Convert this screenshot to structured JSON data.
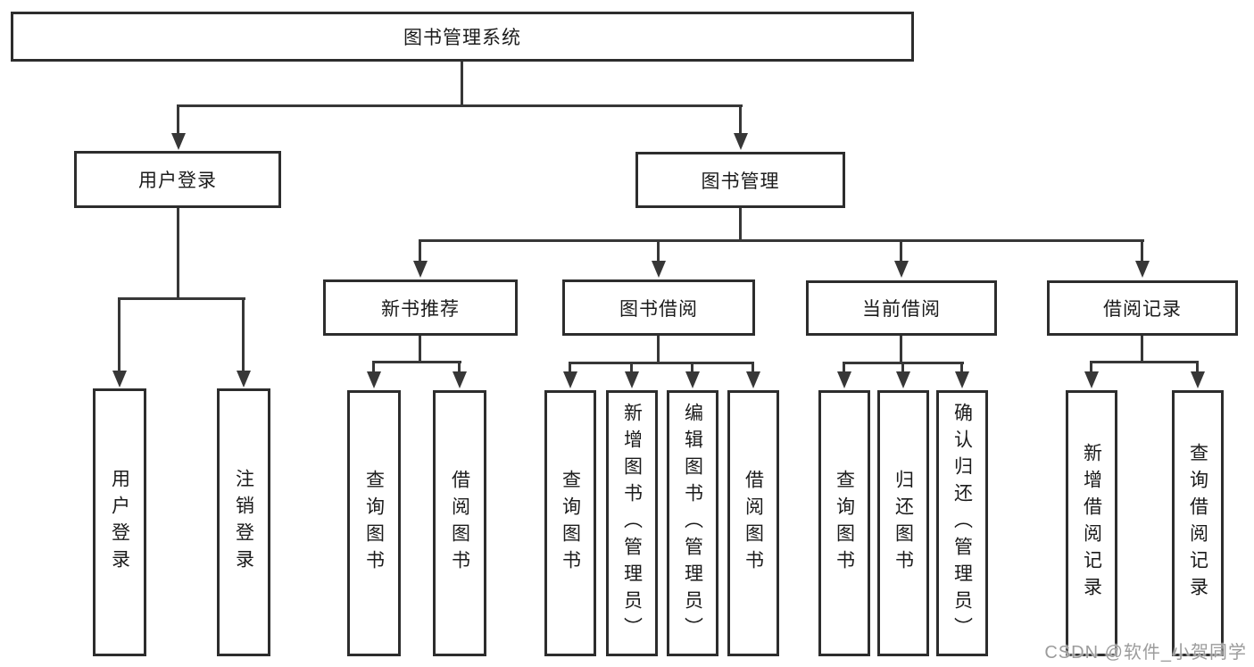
{
  "root": {
    "label": "图书管理系统"
  },
  "branches": [
    {
      "label": "用户登录",
      "leaves": [
        "用户登录",
        "注销登录"
      ]
    },
    {
      "label": "图书管理",
      "groups": [
        {
          "label": "新书推荐",
          "leaves": [
            "查询图书",
            "借阅图书"
          ]
        },
        {
          "label": "图书借阅",
          "leaves": [
            "查询图书",
            "新增图书（管理员）",
            "编辑图书（管理员）",
            "借阅图书"
          ]
        },
        {
          "label": "当前借阅",
          "leaves": [
            "查询图书",
            "归还图书",
            "确认归还（管理员）"
          ]
        },
        {
          "label": "借阅记录",
          "leaves": [
            "新增借阅记录",
            "查询借阅记录"
          ]
        }
      ]
    }
  ],
  "watermark": "CSDN @软件_小贺同学",
  "colors": {
    "background": "#ffffff",
    "line": "#373737",
    "box_border": "#2d2d2d",
    "text": "#1b1b1b",
    "watermark": "#9c9c9c"
  }
}
